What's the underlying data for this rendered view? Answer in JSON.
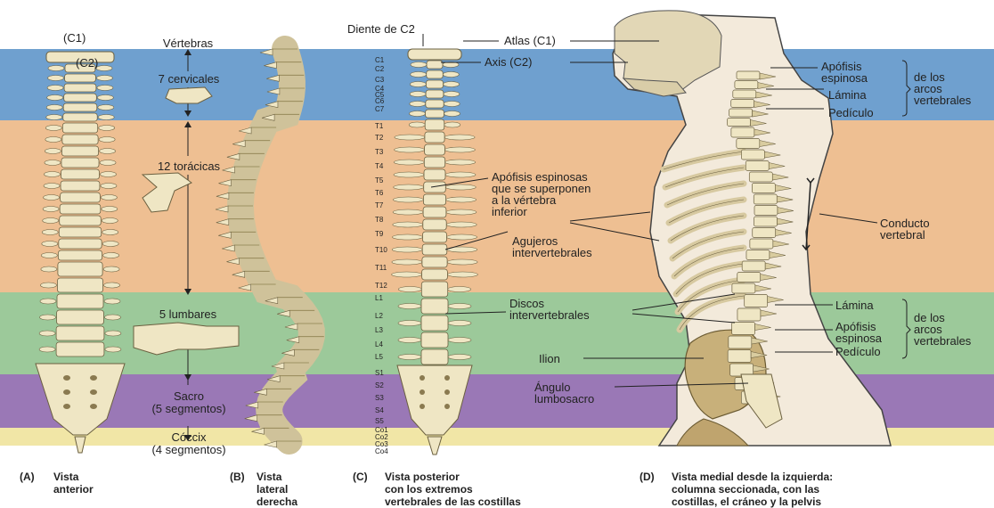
{
  "regions": {
    "header": "Vértebras",
    "cervical": "7 cervicales",
    "thoracic": "12 torácicas",
    "lumbar": "5 lumbares",
    "sacrum": "Sacro\n(5 segmentos)",
    "coccyx": "Cóccix\n(4 segmentos)"
  },
  "anterior_labels": {
    "c1": "(C1)",
    "c2": "(C2)"
  },
  "posterior_labels": {
    "dens": "Diente de C2",
    "atlas": "Atlas (C1)",
    "axis": "Axis (C2)",
    "spinous": "Apófisis espinosas\nque se superponen\na la vértebra\ninferior",
    "foramina": "Agujeros\nintervertebrales",
    "discs": "Discos\nintervertebrales",
    "ilion": "Ilion",
    "angle": "Ángulo\nlumbosacro"
  },
  "level_labels": [
    "C1",
    "C2",
    "C3",
    "C4",
    "C5",
    "C6",
    "C7",
    "T1",
    "T2",
    "T3",
    "T4",
    "T5",
    "T6",
    "T7",
    "T8",
    "T9",
    "T10",
    "T11",
    "T12",
    "L1",
    "L2",
    "L3",
    "L4",
    "L5",
    "S1",
    "S2",
    "S3",
    "S4",
    "S5",
    "Co1",
    "Co2",
    "Co3",
    "Co4"
  ],
  "medial_labels": {
    "apofisis_top": "Apófisis\nespinosa",
    "lamina_top": "Lámina",
    "pediculo_top": "Pedículo",
    "arcs_top": "de los\narcos\nvertebrales",
    "conducto": "Conducto\nvertebral",
    "lamina_bottom": "Lámina",
    "apofisis_bottom": "Apófisis\nespinosa",
    "pediculo_bottom": "Pedículo",
    "arcs_bottom": "de los\narcos\nvertebrales"
  },
  "captions": [
    {
      "tag": "(A)",
      "text": "Vista\nanterior"
    },
    {
      "tag": "(B)",
      "text": "Vista\nlateral\nderecha"
    },
    {
      "tag": "(C)",
      "text": "Vista posterior\ncon los extremos\nvertebrales de las costillas"
    },
    {
      "tag": "(D)",
      "text": "Vista medial desde la izquierda:\ncolumna seccionada, con las\ncostillas, el cráneo y la pelvis"
    }
  ],
  "colors": {
    "cervical": "#6fa0cf",
    "thoracic": "#eebf92",
    "lumbar": "#9cc99a",
    "sacral": "#9a78b6",
    "coccygeal": "#f1e6a6",
    "bone": "#efe6c4"
  }
}
